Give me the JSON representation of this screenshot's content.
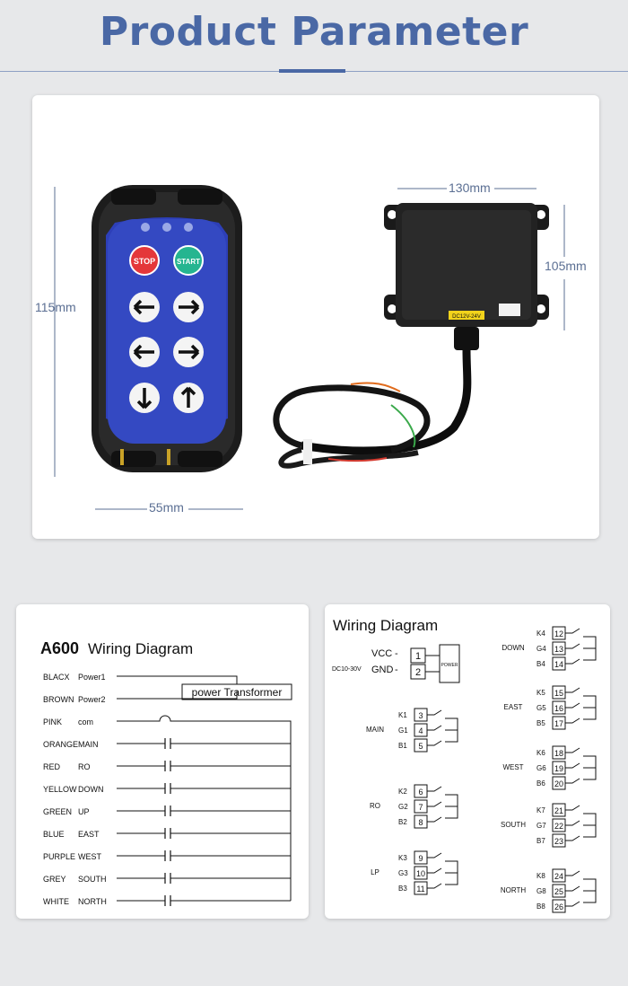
{
  "header": {
    "title": "Product Parameter"
  },
  "product": {
    "remote_height": "115mm",
    "remote_width": "55mm",
    "receiver_width": "130mm",
    "receiver_height": "105mm",
    "remote_buttons": {
      "stop": "STOP",
      "start": "START"
    },
    "receiver_label": "DC12V-24V"
  },
  "wiring_left": {
    "model": "A600",
    "title": "Wiring  Diagram",
    "transformer": "power  Transformer",
    "rows": [
      {
        "color": "BLACX",
        "func": "Power1"
      },
      {
        "color": "BROWN",
        "func": "Power2"
      },
      {
        "color": "PINK",
        "func": "com"
      },
      {
        "color": "ORANGE",
        "func": "MAIN"
      },
      {
        "color": "RED",
        "func": "RO"
      },
      {
        "color": "YELLOW",
        "func": "DOWN"
      },
      {
        "color": "GREEN",
        "func": "UP"
      },
      {
        "color": "BLUE",
        "func": "EAST"
      },
      {
        "color": "PURPLE",
        "func": "WEST"
      },
      {
        "color": "GREY",
        "func": "SOUTH"
      },
      {
        "color": "WHITE",
        "func": "NORTH"
      }
    ]
  },
  "wiring_right": {
    "title": "Wiring  Diagram",
    "vcc": "VCC",
    "gnd": "GND",
    "supply": "DC10-30V",
    "power": "POWER",
    "dash": "-",
    "groups": [
      {
        "name": "MAIN",
        "k": "K1",
        "g": "G1",
        "b": "B1",
        "terms": [
          "3",
          "4",
          "5"
        ]
      },
      {
        "name": "RO",
        "k": "K2",
        "g": "G2",
        "b": "B2",
        "terms": [
          "6",
          "7",
          "8"
        ]
      },
      {
        "name": "LP",
        "k": "K3",
        "g": "G3",
        "b": "B3",
        "terms": [
          "9",
          "10",
          "11"
        ]
      },
      {
        "name": "DOWN",
        "k": "K4",
        "g": "G4",
        "b": "B4",
        "terms": [
          "12",
          "13",
          "14"
        ]
      },
      {
        "name": "EAST",
        "k": "K5",
        "g": "G5",
        "b": "B5",
        "terms": [
          "15",
          "16",
          "17"
        ]
      },
      {
        "name": "WEST",
        "k": "K6",
        "g": "G6",
        "b": "B6",
        "terms": [
          "18",
          "19",
          "20"
        ]
      },
      {
        "name": "SOUTH",
        "k": "K7",
        "g": "G7",
        "b": "B7",
        "terms": [
          "21",
          "22",
          "23"
        ]
      },
      {
        "name": "NORTH",
        "k": "K8",
        "g": "G8",
        "b": "B8",
        "terms": [
          "24",
          "25",
          "26"
        ]
      }
    ],
    "power_terms": [
      "1",
      "2"
    ]
  }
}
